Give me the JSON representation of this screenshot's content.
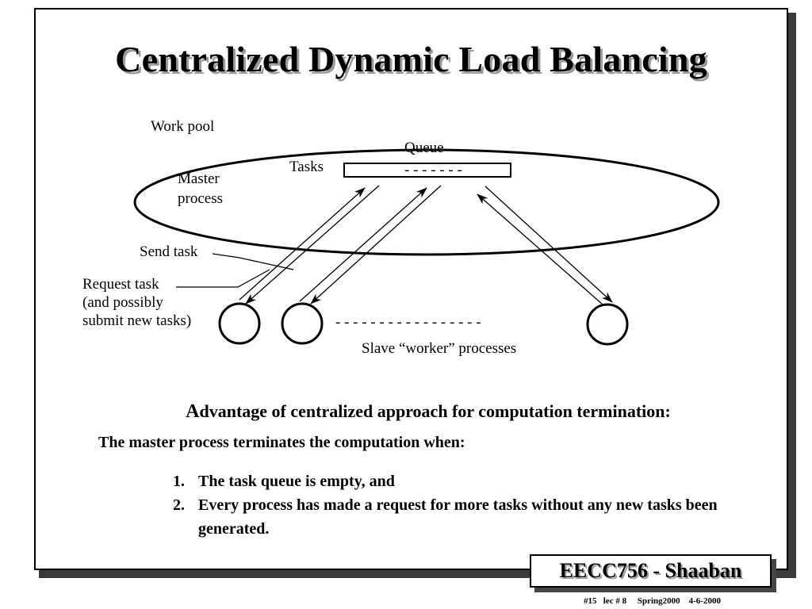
{
  "slide": {
    "title": "Centralized Dynamic Load Balancing"
  },
  "diagram": {
    "work_pool_label": "Work pool",
    "queue_label": "Queue",
    "tasks_label": "Tasks",
    "queue_dashes": "- - - - - - -",
    "master_label_line1": "Master",
    "master_label_line2": "process",
    "send_task_label": "Send task",
    "request_label_line1": "Request task",
    "request_label_line2": "(and possibly",
    "request_label_line3": "submit new tasks)",
    "slaves_dashes": "- - - - - - - - - - - - - - - - -",
    "slaves_label": "Slave “worker” processes"
  },
  "content": {
    "advantage_first_letter": "A",
    "advantage_rest": "dvantage of centralized approach for computation termination:",
    "terminate_line": "The master process terminates the computation when:",
    "conditions": [
      {
        "num": "1.",
        "text": "The task queue is empty, and"
      },
      {
        "num": "2.",
        "text": "Every process has made a request for more tasks without any new tasks been generated."
      }
    ]
  },
  "footer": {
    "course": "EECC756 - Shaaban",
    "info": "#15   lec # 8     Spring2000    4-6-2000"
  },
  "colors": {
    "shadow": "#3a3a3a",
    "title_shadow": "#9a9a9a",
    "ink": "#000000"
  }
}
